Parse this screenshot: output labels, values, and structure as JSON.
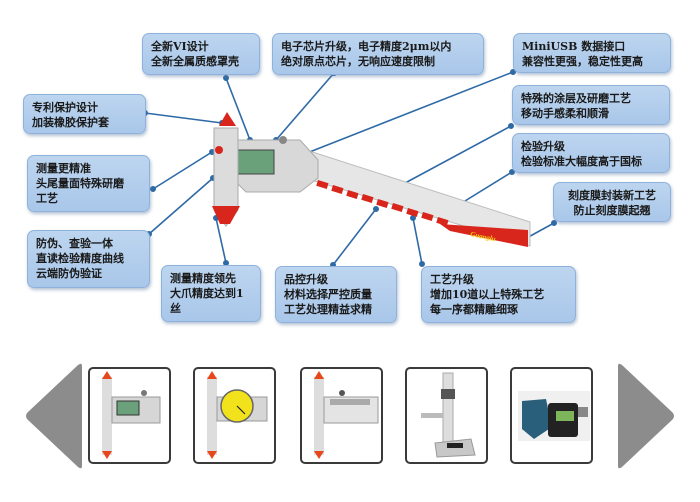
{
  "callouts": {
    "vi_design": {
      "line1": "全新VI设计",
      "line2": "全新全属质感罩壳"
    },
    "chip": {
      "line1": "电子芯片升级，电子精度2μm以内",
      "line2": "绝对原点芯片，无响应速度限制"
    },
    "usb": {
      "line1": "MiniUSB 数据接口",
      "line2": "兼容性更强，稳定性更高"
    },
    "patent": {
      "line1": "专利保护设计",
      "line2": "加装橡胶保护套"
    },
    "coating": {
      "line1": "特殊的涂层及研磨工艺",
      "line2": "移动手感柔和顺滑"
    },
    "inspection": {
      "line1": "检验升级",
      "line2": "检验标准大幅度高于国标"
    },
    "precise": {
      "line1": "测量更精准",
      "line2": "头尾量面特殊研磨",
      "line3": "工艺"
    },
    "scale_film": {
      "line1": "刻度膜封装新工艺",
      "line2": "防止刻度膜起翘"
    },
    "anti_fake": {
      "line1": "防伪、查验一体",
      "line2": "直读检验精度曲线",
      "line3": "云端防伪验证"
    },
    "accuracy": {
      "line1": "测量精度领先",
      "line2": "大爪精度达到1",
      "line3": "丝"
    },
    "qc": {
      "line1": "品控升级",
      "line2": "材料选择严控质量",
      "line3": "工艺处理精益求精"
    },
    "craft": {
      "line1": "工艺升级",
      "line2": "增加10道以上特殊工艺",
      "line3": "每一序都精雕细琢"
    }
  },
  "product": {
    "brand_label": "Guanglu"
  },
  "carousel": {
    "prev_icon": "chevron-left-icon",
    "next_icon": "chevron-right-icon",
    "items": [
      {
        "name": "digital-caliper"
      },
      {
        "name": "dial-caliper"
      },
      {
        "name": "vernier-caliper"
      },
      {
        "name": "height-gauge"
      },
      {
        "name": "digital-micrometer"
      }
    ]
  },
  "colors": {
    "callout_bg": "#b4cfee",
    "leader_line": "#2e6aa6",
    "accent_red": "#d9261c",
    "arrow_gray": "#8c8c8c"
  }
}
